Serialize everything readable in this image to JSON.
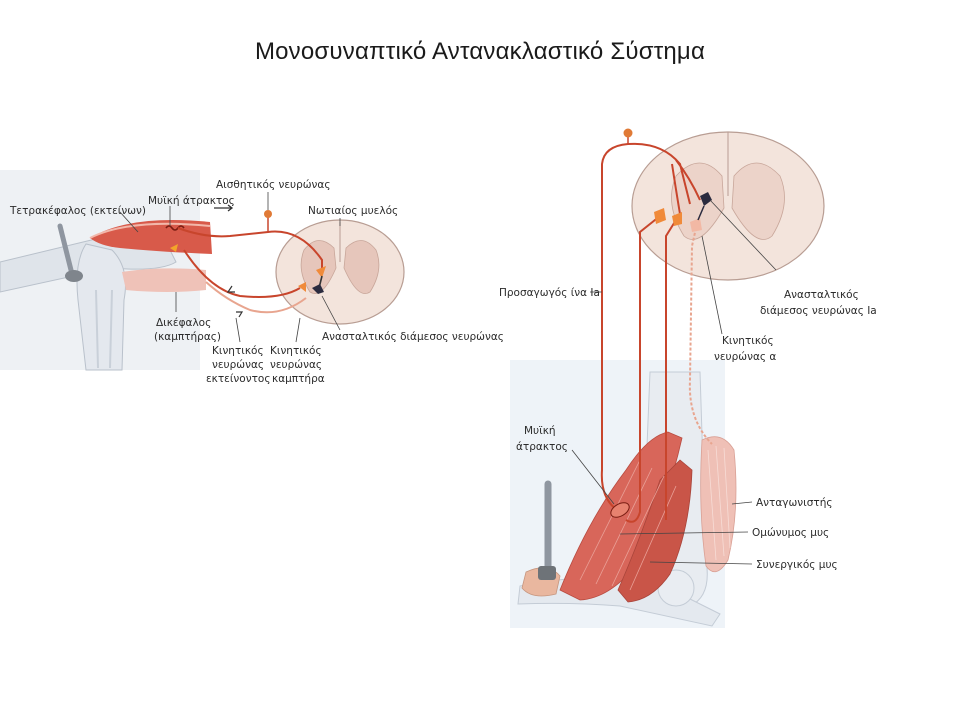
{
  "title": "Μονοσυναπτικό  Αντανακλαστικό Σύστημα",
  "left_figure": {
    "labels": {
      "quadriceps": "Τετρακέφαλος (εκτείνων)",
      "muscle_spindle": "Μυϊκή άτρακτος",
      "sensory_neuron": "Αισθητικός νευρώνας",
      "spinal_cord": "Νωτιαίος μυελός",
      "biceps_1": "Δικέφαλος",
      "biceps_2": "(καμπτήρας)",
      "motor_ext_1": "Κινητικός",
      "motor_ext_2": "νευρώνας",
      "motor_ext_3": "εκτείνοντος",
      "motor_flex_1": "Κινητικός",
      "motor_flex_2": "νευρώνας",
      "motor_flex_3": "καμπτήρα",
      "inhibitory": "Ανασταλτικός διάμεσος νευρώνας"
    }
  },
  "right_figure": {
    "labels": {
      "afferent": "Προσαγωγός ίνα Ia",
      "inhibitory_1": "Ανασταλτικός",
      "inhibitory_2": "διάμεσος νευρώνας Ia",
      "motor_1": "Κινητικός",
      "motor_2": "νευρώνας α",
      "spindle_1": "Μυϊκή",
      "spindle_2": "άτρακτος",
      "antagonist": "Ανταγωνιστής",
      "homonymous": "Ομώνυμος μυς",
      "synergist": "Συνεργικός μυς"
    }
  },
  "colors": {
    "nerve": "#c8452c",
    "nerve_light": "#e8a58f",
    "muscle": "#d9685c",
    "muscle_light": "#efbdb5",
    "cord_fill": "#f3e4dc",
    "bone": "#e6e9ee",
    "bone_shade": "#cfd6de"
  }
}
